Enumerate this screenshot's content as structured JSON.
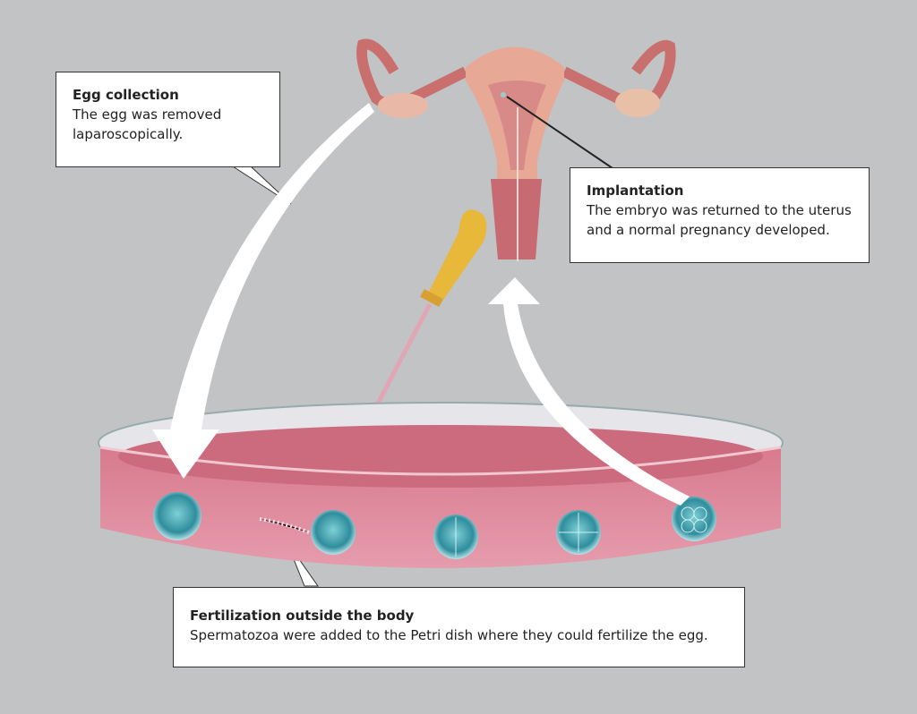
{
  "callouts": {
    "egg_collection": {
      "title": "Egg collection",
      "text": "The egg was removed laparoscopically."
    },
    "implantation": {
      "title": "Implantation",
      "text": "The embryo was returned to the uterus and a normal pregnancy developed."
    },
    "fertilization": {
      "title": "Fertilization outside the body",
      "text": "Spermatozoa were added to the Petri dish where they could fertilize the egg."
    }
  },
  "colors": {
    "background": "#c2c3c5",
    "uterus": "#e8a896",
    "medium": "#d9708a",
    "cell": "#3a9aa6",
    "pipette": "#e8b83a"
  }
}
